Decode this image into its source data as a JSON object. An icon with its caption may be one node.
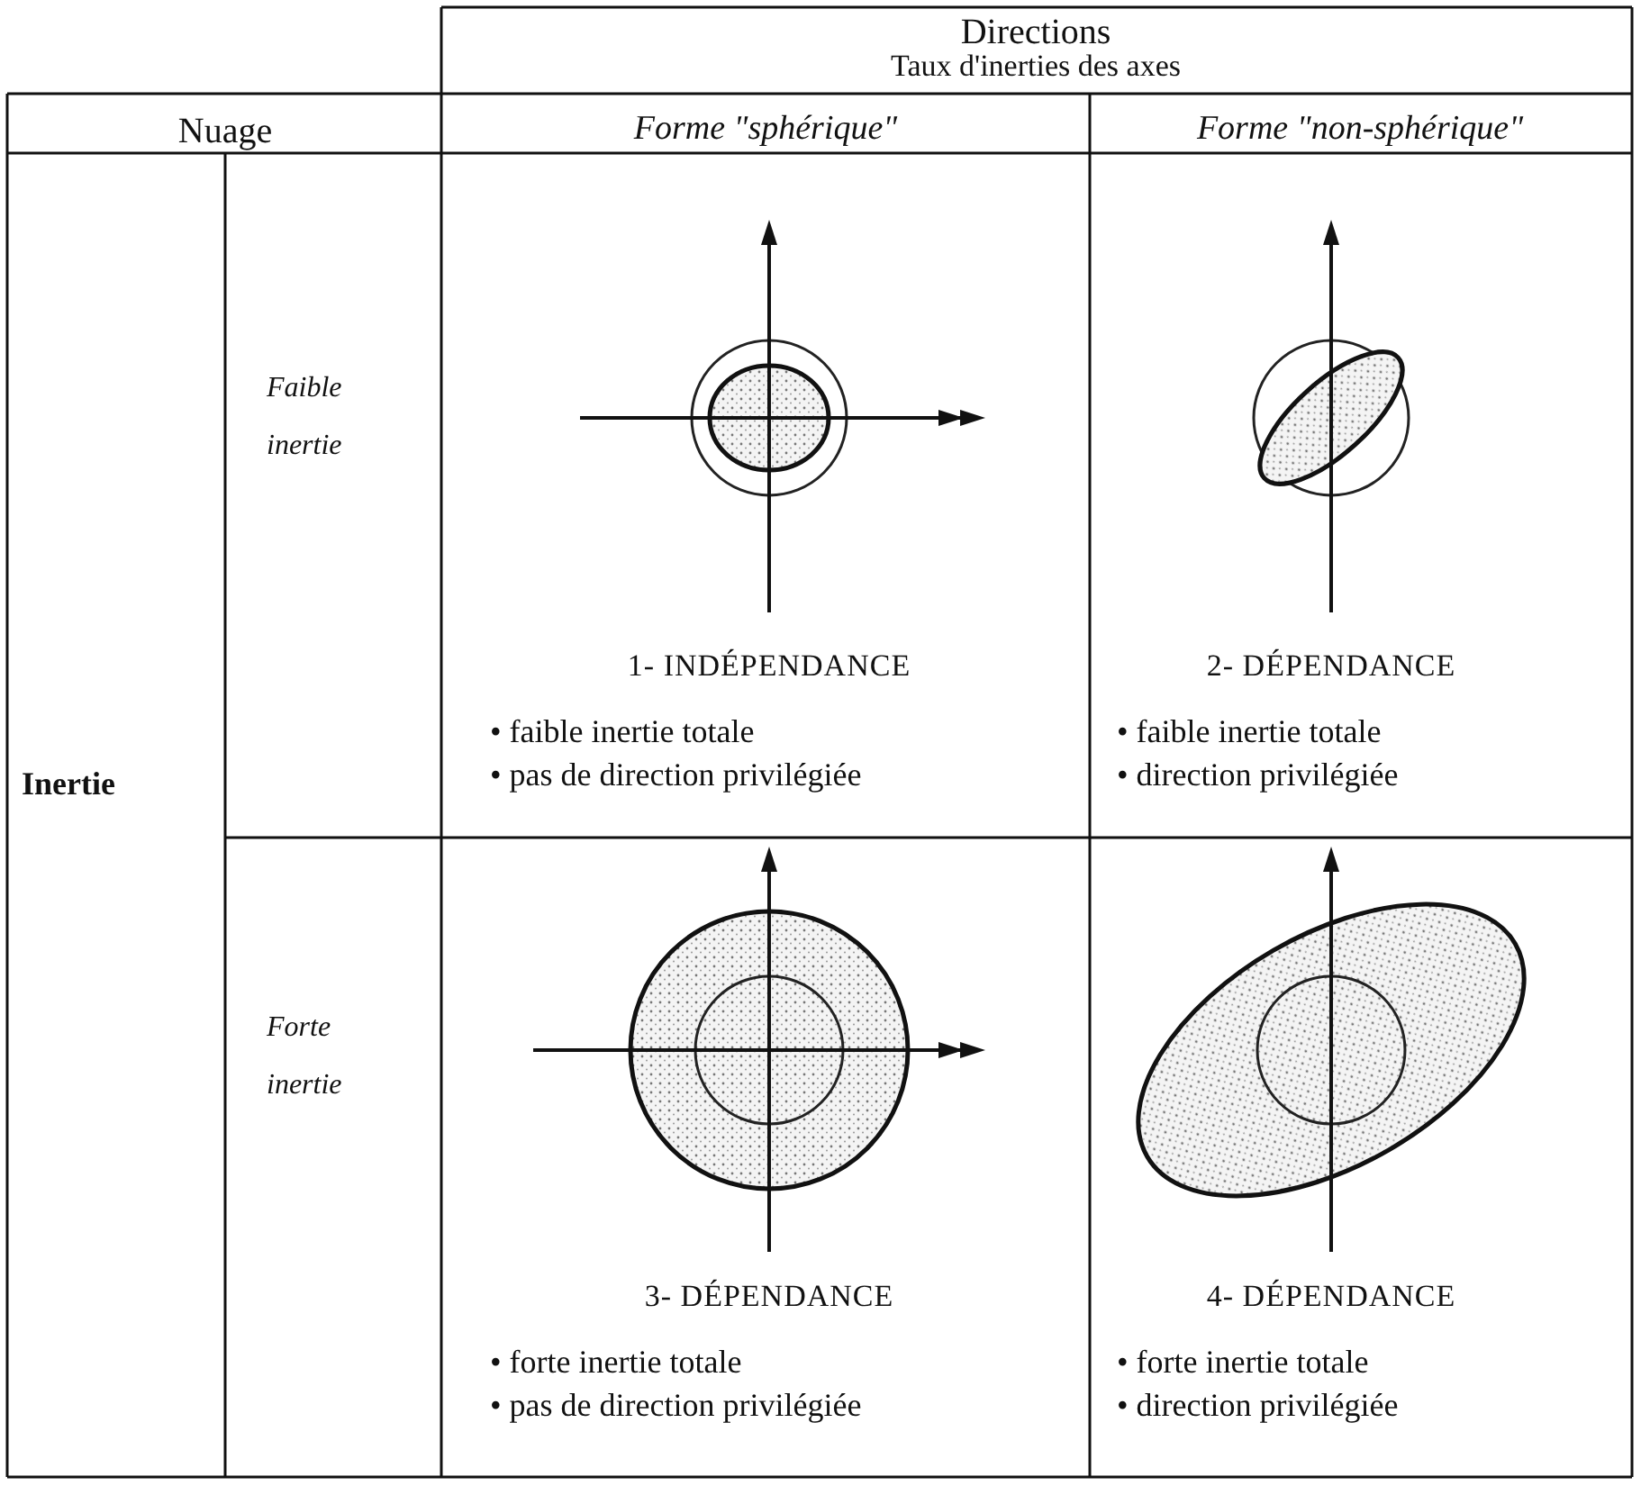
{
  "diagram": {
    "labels": [
      "Directions",
      "Taux d'inerties des axes",
      "Nuage",
      "Forme \"sphérique\"",
      "Forme \"non-sphérique\"",
      "Inertie",
      "Faible inertie",
      "1- INDÉPENDANCE",
      "• faible inertie totale",
      "• pas de direction privilégiée",
      "2- DÉPENDANCE",
      "• faible inertie totale",
      "• direction privilégiée",
      "Forte inertie",
      "3- DÉPENDANCE",
      "• forte inertie totale",
      "• pas de direction privilégiée",
      "4- DÉPENDANCE",
      "• forte inertie totale",
      "• direction privilégiée"
    ]
  }
}
